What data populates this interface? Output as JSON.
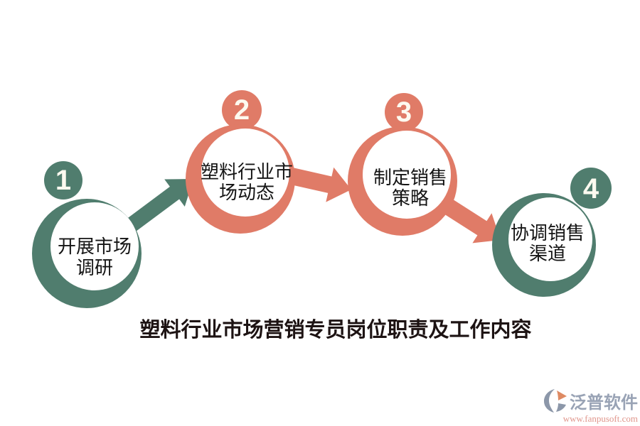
{
  "diagram": {
    "title": "塑料行业市场营销专员岗位职责及工作内容",
    "steps": [
      {
        "number": "1",
        "label_line1": "开展市场",
        "label_line2": "调研",
        "color": "#507d6e"
      },
      {
        "number": "2",
        "label_line1": "塑料行业市",
        "label_line2": "场动态",
        "color": "#e07b67"
      },
      {
        "number": "3",
        "label_line1": "制定销售",
        "label_line2": "策略",
        "color": "#e07b67"
      },
      {
        "number": "4",
        "label_line1": "协调销售",
        "label_line2": "渠道",
        "color": "#507d6e"
      }
    ],
    "colors": {
      "green": "#507d6e",
      "salmon": "#e07b67",
      "number_text": "#fdfaf0",
      "label_text": "#141414",
      "title_text": "#1d1313"
    }
  },
  "watermark": {
    "brand": "泛普软件",
    "url": "www.fanpusoft.com",
    "brand_color": "#99a3b5",
    "url_color": "#e0968c",
    "icon_colors": {
      "orange": "#de8a63",
      "gray": "#8c97a9"
    }
  }
}
